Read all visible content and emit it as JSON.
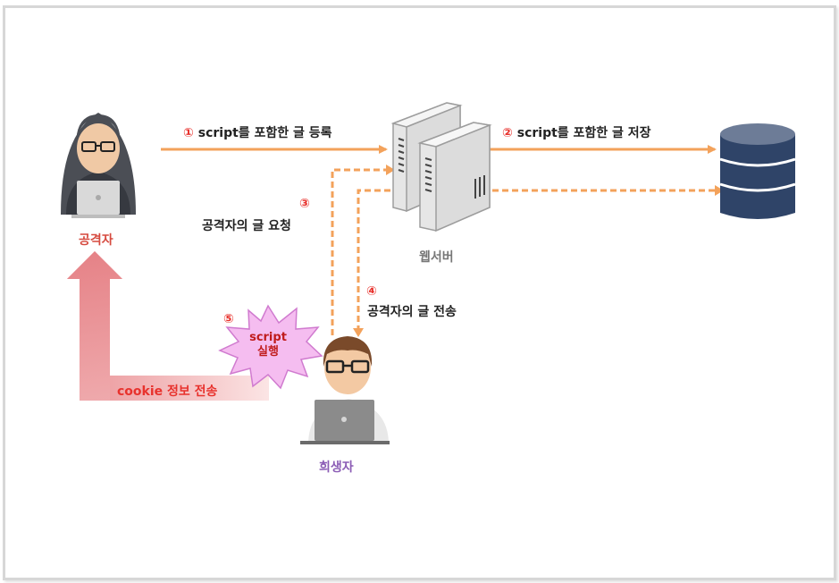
{
  "actors": {
    "attacker": "공격자",
    "server": "웹서버",
    "victim": "희생자"
  },
  "steps": {
    "s1": {
      "num": "①",
      "text": "script를 포함한 글 등록"
    },
    "s2": {
      "num": "②",
      "text": "script를 포함한 글 저장"
    },
    "s3": {
      "num": "③",
      "text": "공격자의 글 요청"
    },
    "s4": {
      "num": "④",
      "text": "공격자의 글 전송"
    },
    "s5": {
      "num": "⑤",
      "line1": "script",
      "line2": "실행"
    }
  },
  "cookie_label": "cookie 정보 전송",
  "colors": {
    "arrow_orange": "#f3a25b",
    "step_red": "#e8322d",
    "burst_pink": "#f5bdf0",
    "burst_stroke": "#d07bcf",
    "db_dark": "#2f4468",
    "pink_arrow": "#f2b6b8"
  },
  "icons": [
    "hacker-icon",
    "server-icon",
    "database-icon",
    "victim-icon",
    "burst-icon"
  ]
}
